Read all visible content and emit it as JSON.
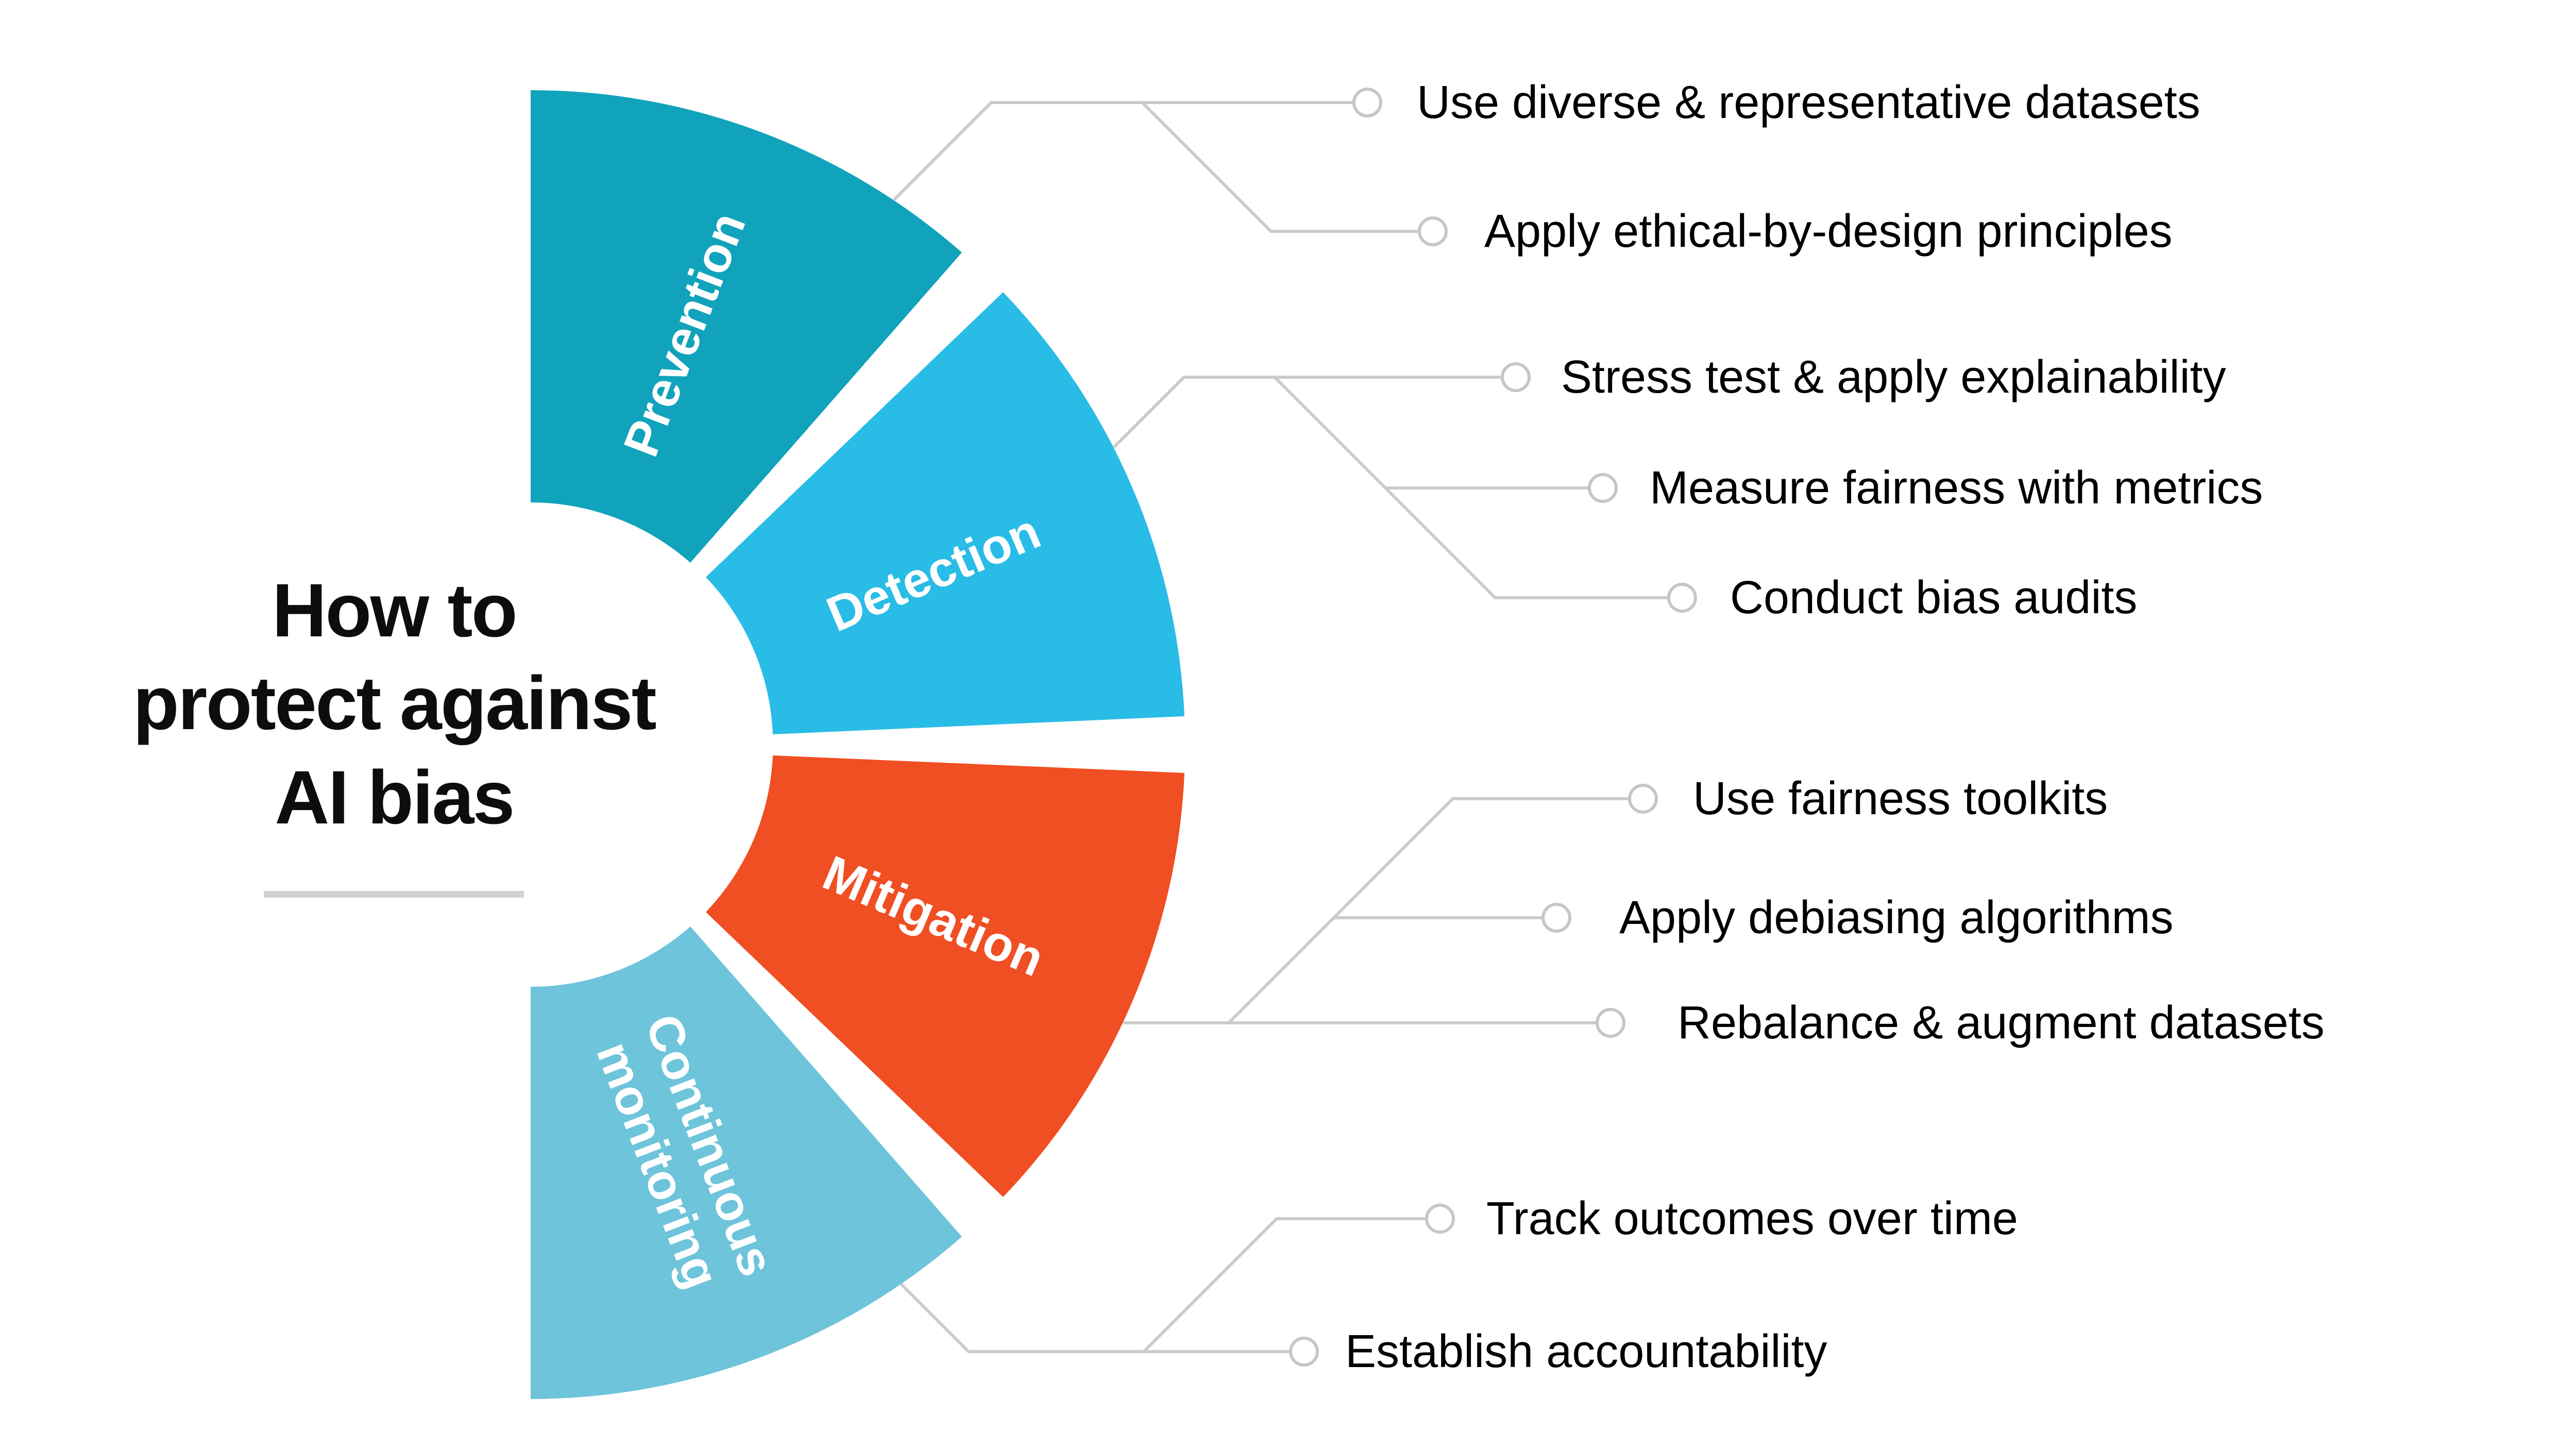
{
  "title": {
    "lines": [
      "How to",
      "protect against",
      "AI bias"
    ]
  },
  "colors": {
    "background": "#ffffff",
    "prevention": "#10A3BB",
    "detection": "#29BCE6",
    "mitigation": "#F04E23",
    "continuous_monitoring": "#6EC4DA",
    "connector_gray": "#cbcbcb",
    "bullet_ring_gray": "#c6c6c6",
    "underline_gray": "#d2d2d2",
    "text_black": "#000000"
  },
  "wedges": [
    {
      "label": "Prevention",
      "color": "#10A3BB",
      "items": [
        {
          "text": "Use diverse & representative datasets"
        },
        {
          "text": "Apply ethical-by-design principles"
        }
      ]
    },
    {
      "label": "Detection",
      "color": "#29BCE6",
      "items": [
        {
          "text": "Stress test & apply explainability"
        },
        {
          "text": "Measure fairness with metrics"
        },
        {
          "text": "Conduct bias audits"
        }
      ]
    },
    {
      "label": "Mitigation",
      "color": "#F04E23",
      "items": [
        {
          "text": "Use fairness toolkits"
        },
        {
          "text": "Apply debiasing algorithms"
        },
        {
          "text": "Rebalance & augment datasets"
        }
      ]
    },
    {
      "label": "Continuous monitoring",
      "lines": [
        "Continuous",
        "monitoring"
      ],
      "color": "#6EC4DA",
      "items": [
        {
          "text": "Track outcomes over time"
        },
        {
          "text": "Establish accountability"
        }
      ]
    }
  ]
}
